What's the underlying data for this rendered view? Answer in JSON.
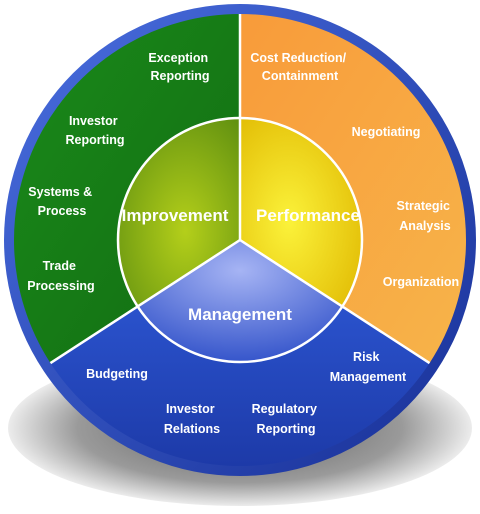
{
  "segments": {
    "improvement": {
      "title": "Improvement",
      "items": [
        [
          "Exception",
          "Reporting"
        ],
        [
          "Investor",
          "Reporting"
        ],
        [
          "Systems &",
          "Process"
        ],
        [
          "Trade",
          "Processing"
        ]
      ]
    },
    "performance": {
      "title": "Performance",
      "items": [
        [
          "Cost Reduction/",
          "Containment"
        ],
        [
          "Negotiating"
        ],
        [
          "Strategic",
          "Analysis"
        ],
        [
          "Organization"
        ]
      ]
    },
    "management": {
      "title": "Management",
      "items": [
        [
          "Budgeting"
        ],
        [
          "Investor",
          "Relations"
        ],
        [
          "Regulatory",
          "Reporting"
        ],
        [
          "Risk",
          "Management"
        ]
      ]
    }
  },
  "colors": {
    "ring_border": "#1f3fa8",
    "improvement_outer": "#1f8a1f",
    "improvement_inner": "#7fae14",
    "performance_outer": "#f5a63a",
    "performance_inner": "#f0e010",
    "management_outer": "#2b4fc4",
    "management_inner": "#5a78e0",
    "shadow": "#8a8a8a"
  }
}
